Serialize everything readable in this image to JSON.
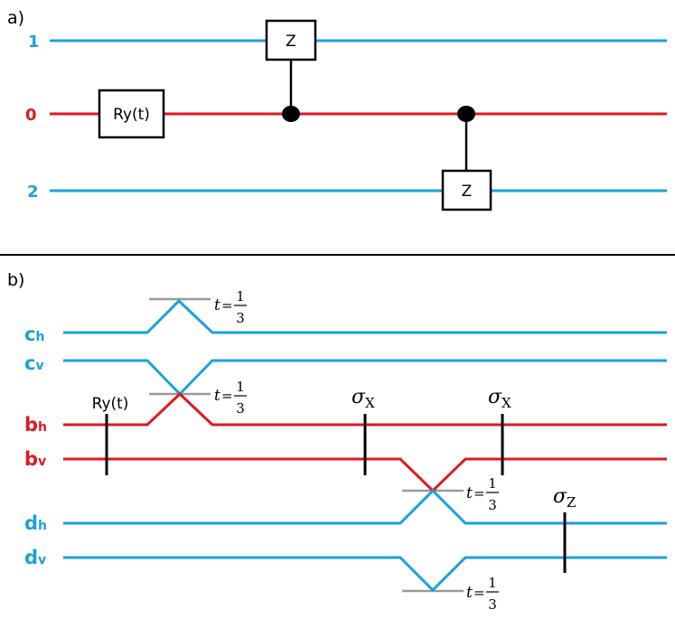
{
  "colors": {
    "blue": "#1ba1db",
    "red": "#dd1a22",
    "black": "#000000",
    "gray": "#9a9a9a"
  },
  "panel_a": {
    "label": "a)",
    "wires": {
      "top": "1",
      "middle": "0",
      "bottom": "2"
    },
    "gates": {
      "rotation": "Ry(t)",
      "z_upper": "Z",
      "z_lower": "Z"
    }
  },
  "panel_b": {
    "label": "b)",
    "modes": {
      "ch": {
        "main": "c",
        "sub": "h"
      },
      "cv": {
        "main": "c",
        "sub": "v"
      },
      "bh": {
        "main": "b",
        "sub": "h"
      },
      "bv": {
        "main": "b",
        "sub": "v"
      },
      "dh": {
        "main": "d",
        "sub": "h"
      },
      "dv": {
        "main": "d",
        "sub": "v"
      }
    },
    "rotation_label": "Ry(t)",
    "sigma": {
      "symbol": "σ",
      "x": "X",
      "z": "Z"
    },
    "coupler": {
      "t": "t",
      "eq": "=",
      "num": "1",
      "den": "3"
    }
  }
}
